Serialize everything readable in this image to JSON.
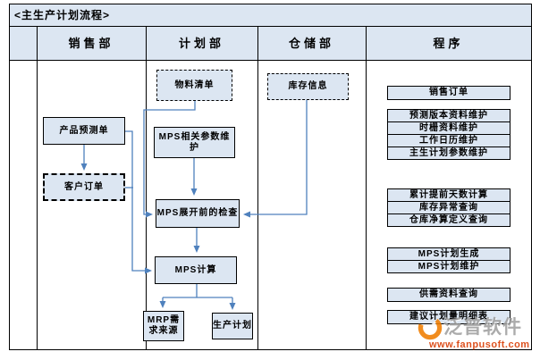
{
  "title": "<主生产计划流程>",
  "lanes": [
    {
      "label": ""
    },
    {
      "label": "销售部"
    },
    {
      "label": "计划部"
    },
    {
      "label": "仓储部"
    },
    {
      "label": "程序"
    }
  ],
  "boxes": {
    "bom": "物料清单",
    "product_forecast": "产品预测单",
    "customer_order": "客户订单",
    "mps_params": "MPS相关参数维护",
    "mps_check": "MPS展开前的检查",
    "mps_calc": "MPS计算",
    "mrp_source": "MRP需求来源",
    "production_plan": "生产计划",
    "inventory_info": "库存信息"
  },
  "programs": {
    "sales_order": "销售订单",
    "forecast_version": "预测版本资料维护",
    "time_fence": "时栅资料维护",
    "work_calendar": "工作日历维护",
    "mps_param_maint": "主生计划参数维护",
    "cum_lead_days": "累计提前天数计算",
    "inventory_exception": "库存异常查询",
    "warehouse_net": "仓库净算定义查询",
    "mps_generate": "MPS计划生成",
    "mps_maintain": "MPS计划维护",
    "supply_demand": "供需资料查询",
    "suggested_plan": "建议计划量明细表"
  },
  "watermark": {
    "brand": "泛普软件",
    "url": "www.fanpusoft.com"
  },
  "colors": {
    "box_fill": "#dce6f2",
    "connector": "#4f81bd",
    "border": "#000000",
    "watermark_orange": "#f07d00",
    "watermark_red": "#d93a00",
    "watermark_gray": "#a0a0a0"
  }
}
